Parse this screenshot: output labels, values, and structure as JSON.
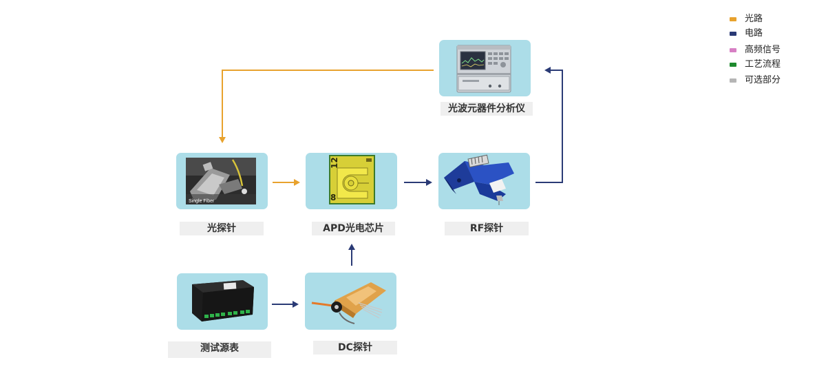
{
  "legend": [
    {
      "label": "光路",
      "color": "#e8a22d"
    },
    {
      "label": "电路",
      "color": "#2a3a75"
    },
    {
      "label": "高频信号",
      "color": "#d77fc4"
    },
    {
      "label": "工艺流程",
      "color": "#1e8a2e"
    },
    {
      "label": "可选部分",
      "color": "#b5b5b5"
    }
  ],
  "nodes": {
    "analyzer": {
      "label": "光波元器件分析仪",
      "icon": "network-analyzer-icon"
    },
    "optical_probe": {
      "label": "光探针",
      "icon": "fiber-probe-icon",
      "caption": "Single Fiber"
    },
    "apd_chip": {
      "label": "APD光电芯片",
      "icon": "photodiode-chip-icon",
      "chip_mark": "12",
      "chip_side": "8"
    },
    "rf_probe": {
      "label": "RF探针",
      "icon": "rf-probe-icon"
    },
    "source_meter": {
      "label": "测试源表",
      "icon": "source-meter-icon"
    },
    "dc_probe": {
      "label": "DC探针",
      "icon": "dc-probe-icon"
    }
  },
  "colors": {
    "optical": "#e8a22d",
    "electrical": "#2a3a75",
    "card": "#acdde8",
    "label_bg": "#efefef"
  }
}
